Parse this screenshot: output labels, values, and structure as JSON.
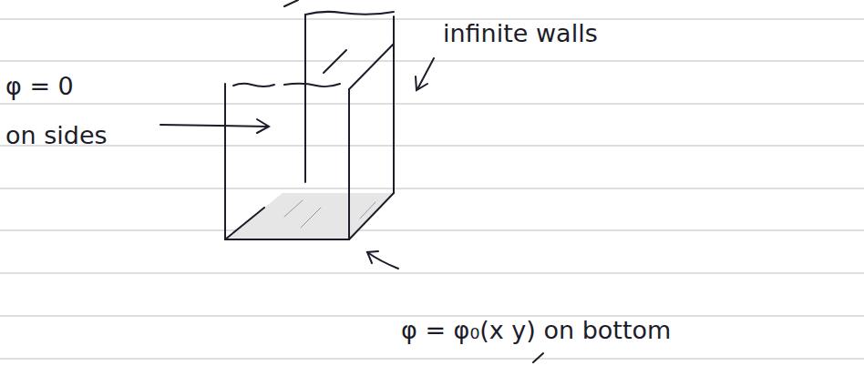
{
  "diagram": {
    "labels": [
      "φ = 0",
      "on sides",
      "infinite walls",
      "φ = φ₀(x y) on bottom"
    ]
  }
}
